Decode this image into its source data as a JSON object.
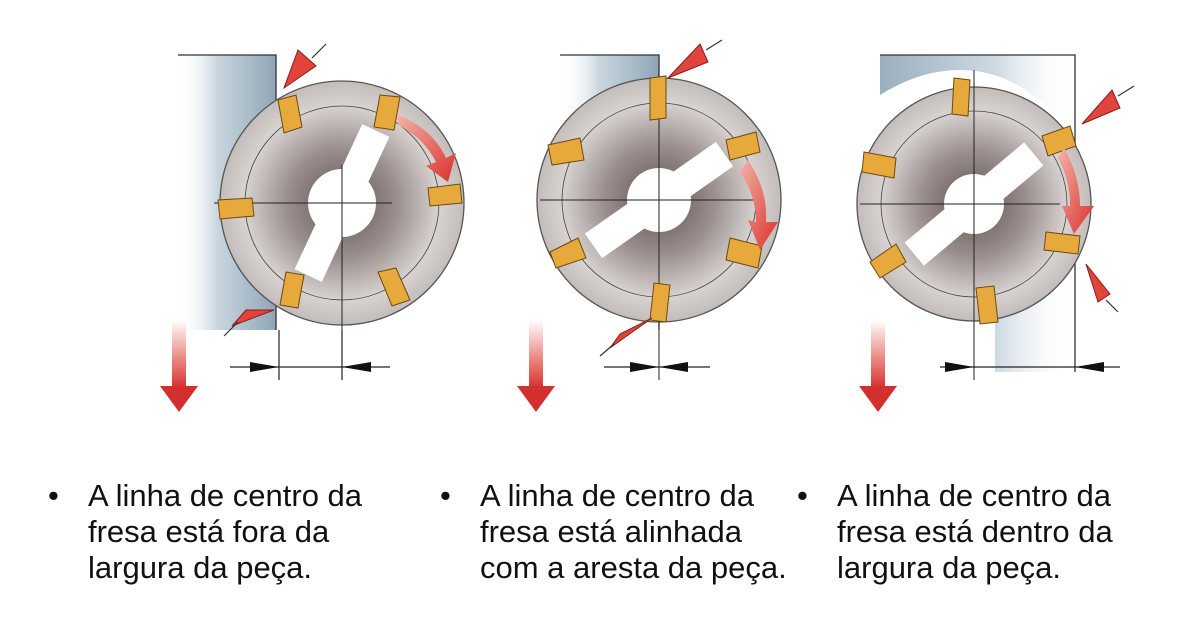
{
  "captions": [
    {
      "bullet": "•",
      "text": "A linha de centro da\nfresa está fora da\nlargura da peça."
    },
    {
      "bullet": "•",
      "text": "A linha de centro da\nfresa está alinhada\ncom a aresta da peça."
    },
    {
      "bullet": "•",
      "text": "A linha de centro da\nfresa está dentro da\nlargura da peça."
    }
  ],
  "colors": {
    "workpiece_shade": "#9fb3c2",
    "cutter_body": "#c9c4c1",
    "cutter_hub": "#6e6363",
    "insert": "#e7a93c",
    "arrow_red": "#d9312b",
    "feed_arrow": "#e24a43",
    "line": "#222222"
  },
  "icons": [
    "feed-arrow-icon",
    "rotation-arrow-icon",
    "cutting-edge-pointer-icon",
    "dimension-arrow-icon"
  ]
}
